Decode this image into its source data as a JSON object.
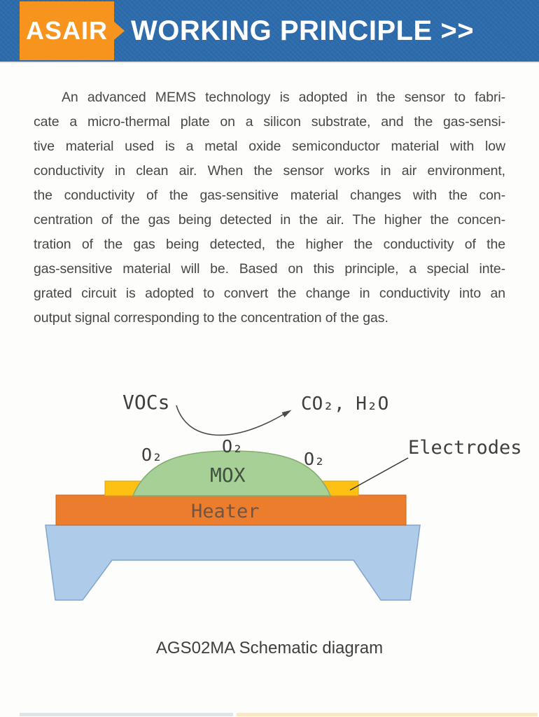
{
  "header": {
    "brand": "ASAIR",
    "title": "WORKING PRINCIPLE >>",
    "colors": {
      "banner": "#2d6cac",
      "brand_box": "#f7941e",
      "text": "#ffffff"
    }
  },
  "intro": {
    "lines": [
      "An advanced MEMS technology is adopted in the sensor to fabri-",
      "cate a micro-thermal plate on a silicon substrate, and the gas-sensi-",
      "tive material used is a metal oxide semiconductor material with low",
      "conductivity in clean air. When the sensor works in air environment,",
      "the conductivity of the gas-sensitive material changes with the con-",
      "centration of the gas being detected in the air. The higher the concen-",
      "tration of the gas being detected, the higher the conductivity of the",
      "gas-sensitive material will be. Based on this principle, a special inte-",
      "grated circuit is adopted to convert the change in conductivity into an",
      "output signal corresponding to the concentration of the gas."
    ]
  },
  "diagram": {
    "labels": {
      "vocs": "VOCs",
      "products": "CO₂, H₂O",
      "o2_left": "O₂",
      "o2_center": "O₂",
      "o2_right": "O₂",
      "mox": "MOX",
      "heater": "Heater",
      "electrodes": "Electrodes"
    },
    "colors": {
      "mox_fill": "#a6d096",
      "mox_stroke": "#84ab71",
      "heater_fill": "#ec7d2d",
      "heater_stroke": "#c9661f",
      "electrode_fill": "#fdc013",
      "electrode_stroke": "#d9a213",
      "substrate_fill": "#aecbea",
      "substrate_stroke": "#82a5cd",
      "arrow": "#4a4a4a"
    },
    "caption": "AGS02MA Schematic diagram"
  },
  "footer": {
    "strip_left_color": "#aab4bd",
    "strip_right_color": "#f2cf8a"
  }
}
